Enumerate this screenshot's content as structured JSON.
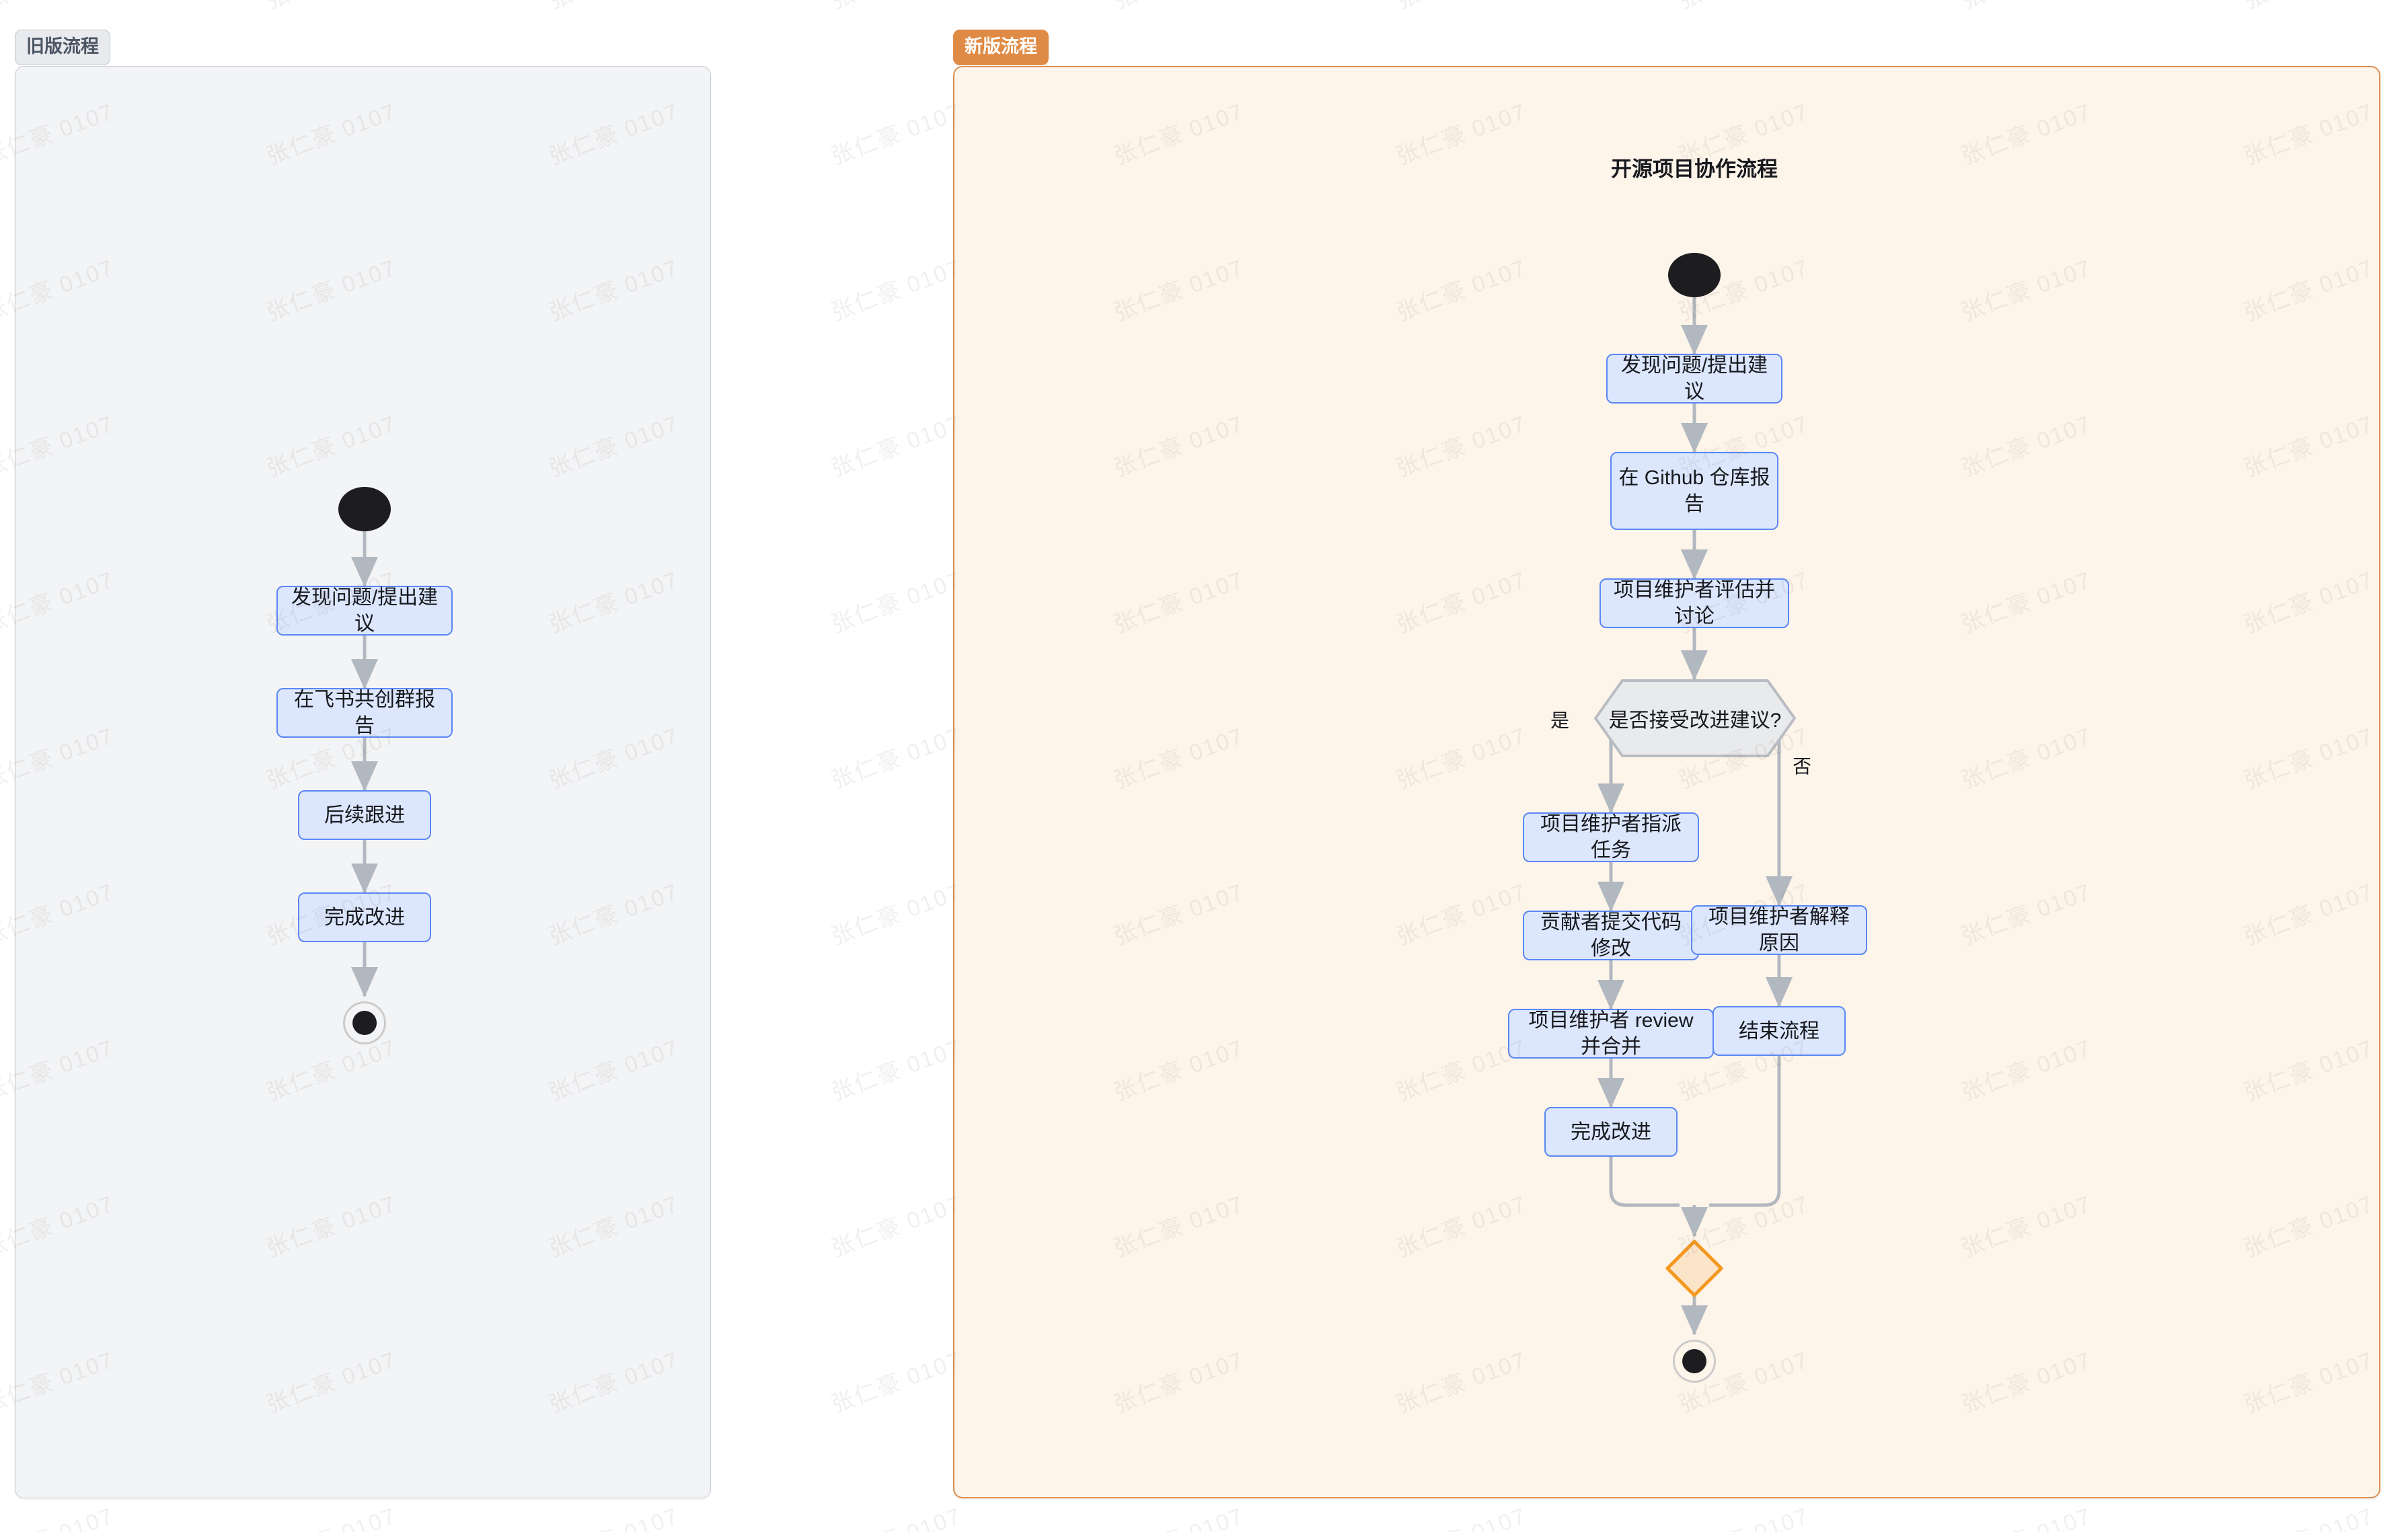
{
  "page": {
    "background": "#ffffff",
    "watermark_text": "张仁豪 0107"
  },
  "colors": {
    "node_fill": "#dce7fd",
    "node_border": "#5b87f5",
    "edge": "#b2b8bf",
    "decision_fill": "#e9eaec",
    "decision_border": "#b9bcc2",
    "merge_fill": "#fce4c8",
    "merge_border": "#f4981f",
    "old_panel_bg": "#f3f4f6",
    "old_panel_border": "#c7cad0",
    "new_panel_bg": "#fdf4ea",
    "new_panel_border": "#dd9055",
    "old_tab_bg": "#e8eaee",
    "new_tab_bg": "#e08b45",
    "terminal_fill": "#1d1d20"
  },
  "panels": {
    "old": {
      "tab_label": "旧版流程",
      "title": "",
      "nodes": [
        {
          "id": "old-start",
          "type": "start",
          "label": ""
        },
        {
          "id": "old-n1",
          "type": "process",
          "label": "发现问题/提出建议"
        },
        {
          "id": "old-n2",
          "type": "process",
          "label": "在飞书共创群报告"
        },
        {
          "id": "old-n3",
          "type": "process",
          "label": "后续跟进"
        },
        {
          "id": "old-n4",
          "type": "process",
          "label": "完成改进"
        },
        {
          "id": "old-end",
          "type": "end",
          "label": ""
        }
      ],
      "edges": [
        {
          "from": "old-start",
          "to": "old-n1",
          "label": ""
        },
        {
          "from": "old-n1",
          "to": "old-n2",
          "label": ""
        },
        {
          "from": "old-n2",
          "to": "old-n3",
          "label": ""
        },
        {
          "from": "old-n3",
          "to": "old-n4",
          "label": ""
        },
        {
          "from": "old-n4",
          "to": "old-end",
          "label": ""
        }
      ]
    },
    "new": {
      "tab_label": "新版流程",
      "title": "开源项目协作流程",
      "nodes": [
        {
          "id": "new-start",
          "type": "start",
          "label": ""
        },
        {
          "id": "new-n1",
          "type": "process",
          "label": "发现问题/提出建议"
        },
        {
          "id": "new-n2",
          "type": "process",
          "label": "在 Github 仓库报\n告"
        },
        {
          "id": "new-n3",
          "type": "process",
          "label": "项目维护者评估并讨论"
        },
        {
          "id": "new-d1",
          "type": "decision",
          "label": "是否接受改进建议?"
        },
        {
          "id": "new-y1",
          "type": "process",
          "label": "项目维护者指派任务"
        },
        {
          "id": "new-y2",
          "type": "process",
          "label": "贡献者提交代码修改"
        },
        {
          "id": "new-y3",
          "type": "process",
          "label": "项目维护者 review 并合并"
        },
        {
          "id": "new-y4",
          "type": "process",
          "label": "完成改进"
        },
        {
          "id": "new-n5",
          "type": "process",
          "label": "项目维护者解释原因"
        },
        {
          "id": "new-n6",
          "type": "process",
          "label": "结束流程"
        },
        {
          "id": "new-merge",
          "type": "merge",
          "label": ""
        },
        {
          "id": "new-end",
          "type": "end",
          "label": ""
        }
      ],
      "edges": [
        {
          "from": "new-start",
          "to": "new-n1",
          "label": ""
        },
        {
          "from": "new-n1",
          "to": "new-n2",
          "label": ""
        },
        {
          "from": "new-n2",
          "to": "new-n3",
          "label": ""
        },
        {
          "from": "new-n3",
          "to": "new-d1",
          "label": ""
        },
        {
          "from": "new-d1",
          "to": "new-y1",
          "label": "是"
        },
        {
          "from": "new-d1",
          "to": "new-n5",
          "label": "否"
        },
        {
          "from": "new-y1",
          "to": "new-y2",
          "label": ""
        },
        {
          "from": "new-y2",
          "to": "new-y3",
          "label": ""
        },
        {
          "from": "new-y3",
          "to": "new-y4",
          "label": ""
        },
        {
          "from": "new-n5",
          "to": "new-n6",
          "label": ""
        },
        {
          "from": "new-y4",
          "to": "new-merge",
          "label": ""
        },
        {
          "from": "new-n6",
          "to": "new-merge",
          "label": ""
        },
        {
          "from": "new-merge",
          "to": "new-end",
          "label": ""
        }
      ],
      "branch_labels": {
        "yes": "是",
        "no": "否"
      }
    }
  }
}
